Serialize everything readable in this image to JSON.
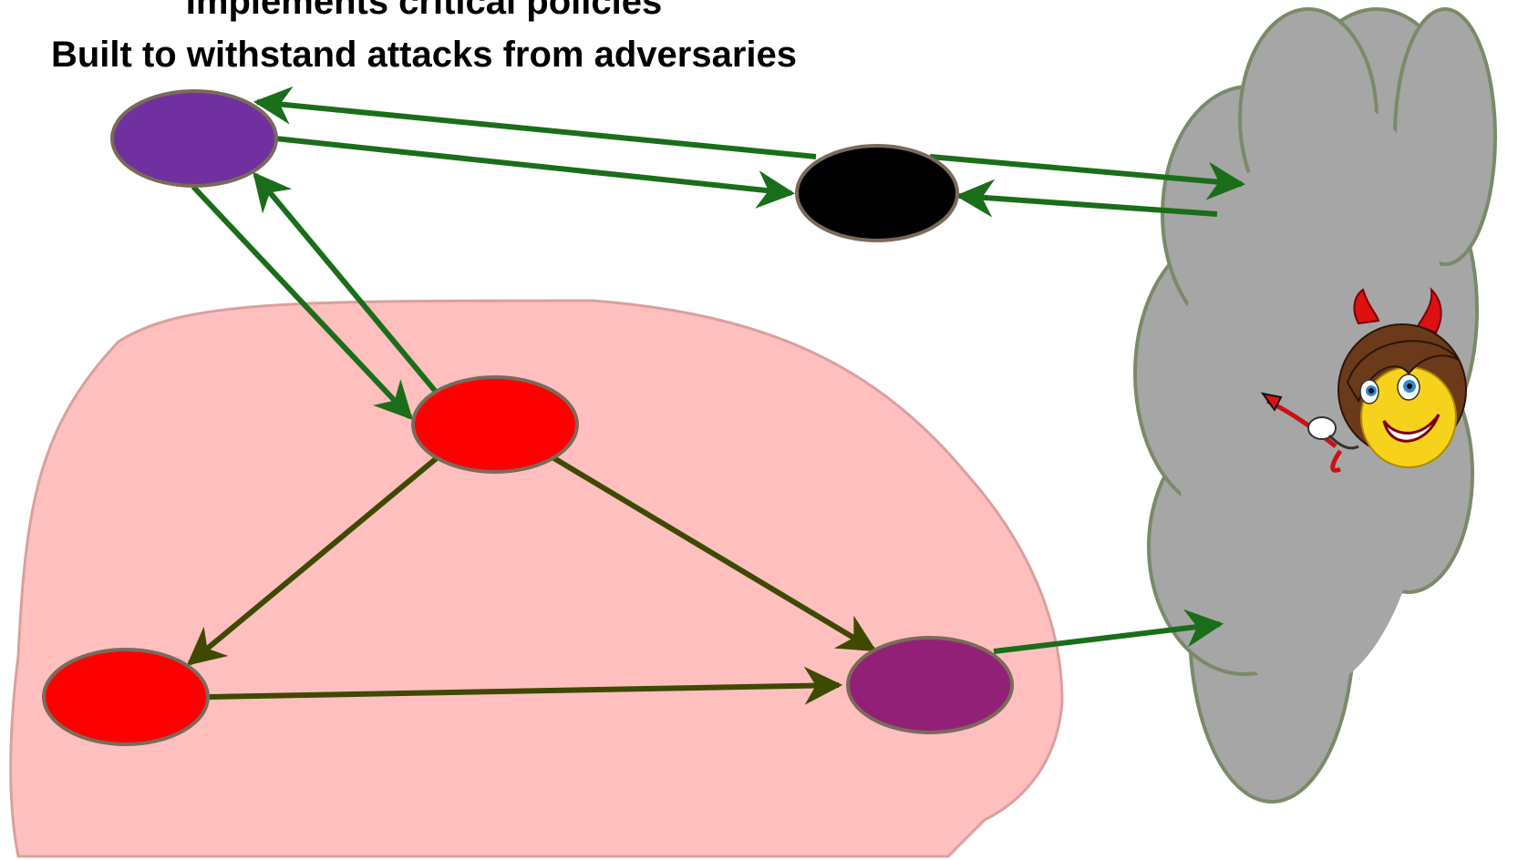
{
  "title_lines": [
    "Implements critical policies",
    "Built to withstand attacks from adversaries"
  ],
  "colors": {
    "zone_fill": "#ffbfbf",
    "zone_stroke": "#d9a0a0",
    "cloud_fill": "#a6a6a6",
    "cloud_stroke": "#7a8a6a",
    "node_stroke": "#7a6a5a",
    "purple_node": "#7030a0",
    "dark_magenta_node": "#932077",
    "black_node": "#000000",
    "red_node": "#ff0000",
    "green_arrow": "#1a6e1a",
    "olive_arrow": "#3d4a00"
  },
  "nodes": [
    {
      "id": "top-purple",
      "color": "purple_node"
    },
    {
      "id": "black",
      "color": "black_node"
    },
    {
      "id": "center-red",
      "color": "red_node"
    },
    {
      "id": "left-red",
      "color": "red_node"
    },
    {
      "id": "right-magenta",
      "color": "dark_magenta_node"
    }
  ],
  "icons": {
    "adversary": "devil-emoji-icon",
    "network": "cloud-icon"
  }
}
